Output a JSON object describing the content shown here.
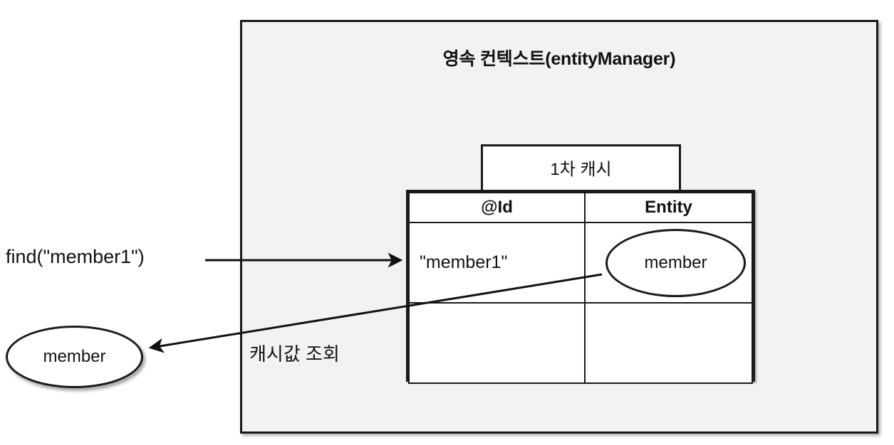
{
  "diagram": {
    "container": {
      "title": "영속 컨텍스트(entityManager)",
      "background_color": "#f2f2f2",
      "border_color": "#1a1a1a"
    },
    "cache_label": {
      "text": "1차 캐시"
    },
    "table": {
      "headers": [
        "@Id",
        "Entity"
      ],
      "rows": [
        {
          "id": "\"member1\"",
          "entity": "member"
        },
        {
          "id": "",
          "entity": ""
        }
      ]
    },
    "result_entity": {
      "label": "member"
    },
    "arrows": {
      "find_call": {
        "label": "find(\"member1\")",
        "direction": "right"
      },
      "cache_lookup": {
        "label": "캐시값 조회",
        "direction": "left"
      }
    }
  }
}
